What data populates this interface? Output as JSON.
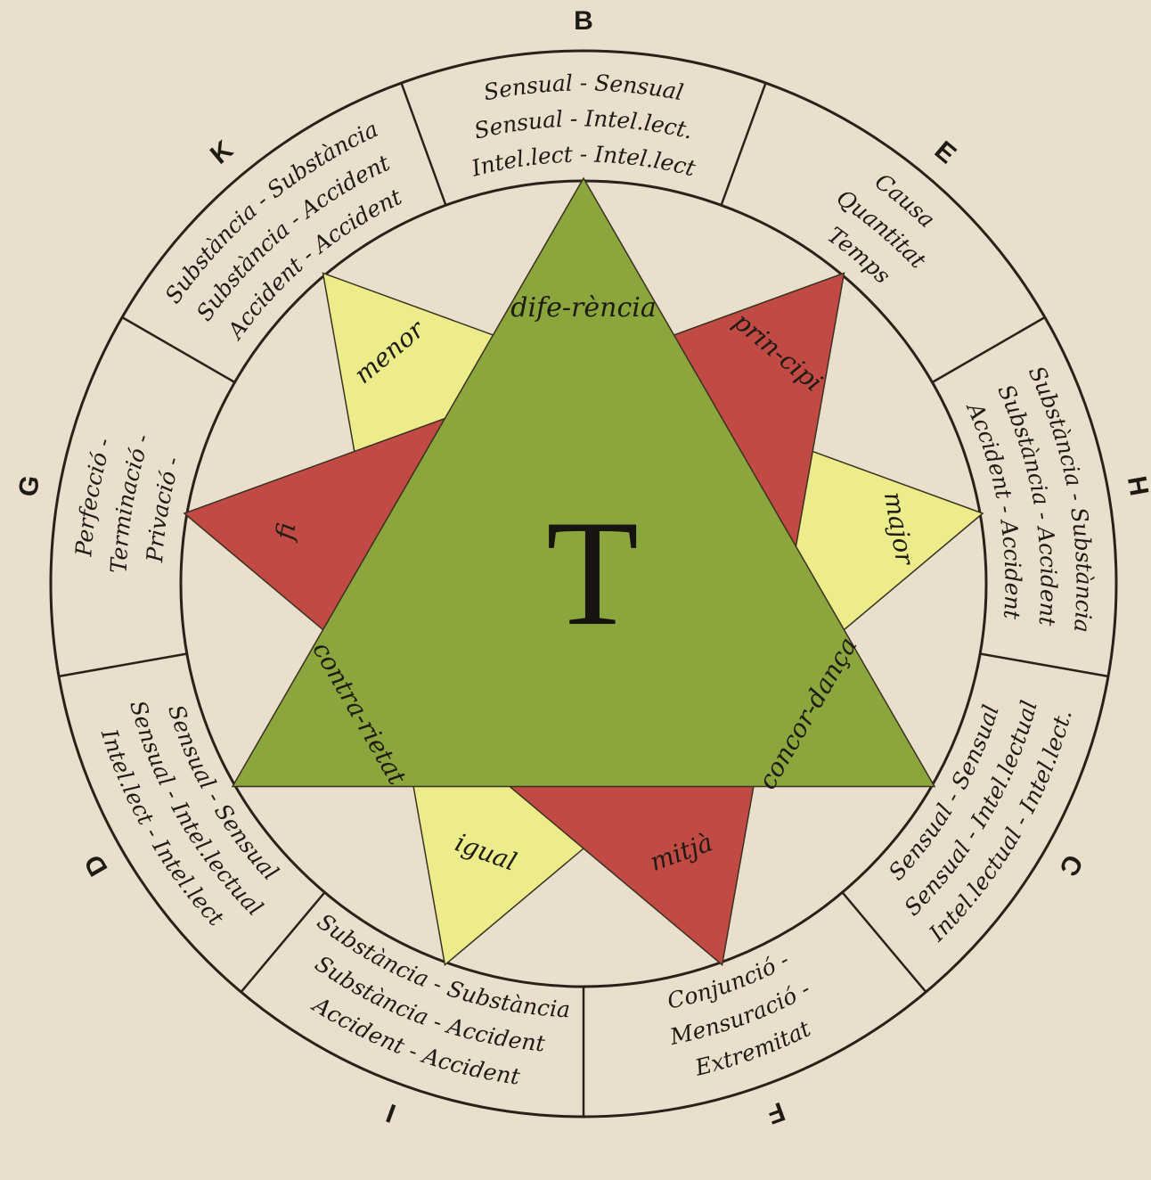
{
  "figure": {
    "center_symbol": "T",
    "colors": {
      "background": "#e9dfcc",
      "ink": "#2a2218",
      "green": "#8aa63c",
      "red": "#c24a44",
      "yellow": "#ecec8a"
    }
  },
  "outer_letters": [
    "B",
    "E",
    "H",
    "C",
    "F",
    "I",
    "D",
    "G",
    "K"
  ],
  "segments": [
    {
      "lines": [
        "Sensual - Sensual",
        "Sensual - Intel.lect.",
        "Intel.lect - Intel.lect"
      ]
    },
    {
      "lines": [
        "Causa",
        "Quantitat",
        "Temps"
      ]
    },
    {
      "lines": [
        "Substància - Substància",
        "Substància - Accident",
        "Accident - Accident"
      ]
    },
    {
      "lines": [
        "Sensual - Sensual",
        "Sensual - Intel.lectual",
        "Intel.lectual - Intel.lect."
      ]
    },
    {
      "lines": [
        "Conjunció -",
        "Mensuració -",
        "Extremitat"
      ]
    },
    {
      "lines": [
        "Substància - Substància",
        "Substància - Accident",
        "Accident - Accident"
      ]
    },
    {
      "lines": [
        "Sensual - Sensual",
        "Sensual - Intel.lectual",
        "Intel.lect - Intel.lect"
      ]
    },
    {
      "lines": [
        "Perfecció -",
        "Terminació -",
        "Privació -"
      ]
    },
    {
      "lines": [
        "Substància - Substància",
        "Substància - Accident",
        "Accident - Accident"
      ]
    }
  ],
  "triangle_labels": {
    "green": [
      "dife-rència",
      "concor-dança",
      "contra-rietat"
    ],
    "red": [
      "prin-cipi",
      "mitjà",
      "fi"
    ],
    "yellow": [
      "major",
      "igual",
      "menor"
    ]
  }
}
